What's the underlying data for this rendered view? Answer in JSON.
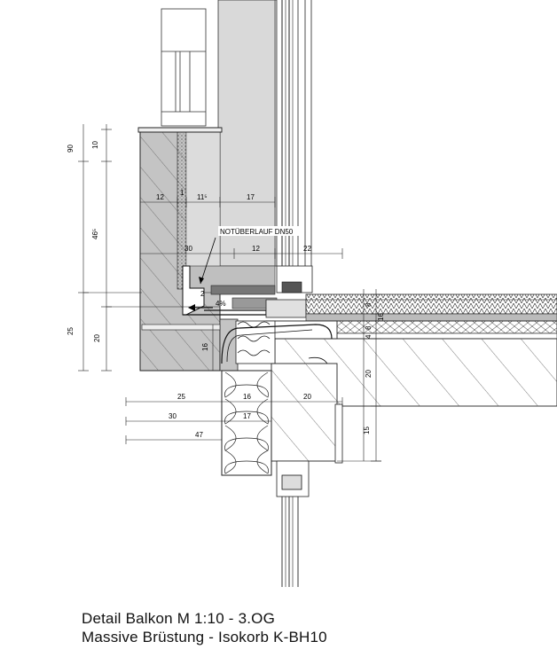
{
  "caption": {
    "line1": "Detail Balkon M 1:10 - 3.OG",
    "line2": "Massive Brüstung - Isokorb K-BH10"
  },
  "annotations": {
    "overflow": "NOTÜBERLAUF DN50",
    "slope": "4%"
  },
  "dimensions": {
    "v_total": "90",
    "v_top": "10",
    "v_mid": "46⁵",
    "v_bottom_outer": "25",
    "v_bottom_inner": "20",
    "h_12a": "12",
    "h_11": "11⁵",
    "h_17a": "17",
    "h_30a": "30",
    "h_12b": "12",
    "h_22": "22",
    "v_16a": "16",
    "h_25": "25",
    "h_16": "16",
    "h_20": "20",
    "h_30b": "30",
    "h_17b": "17",
    "h_47": "47",
    "r_8a": "8",
    "r_16": "16",
    "r_8b": "8",
    "r_4": "4",
    "r_20": "20",
    "r_15": "15",
    "small_1": "1",
    "small_2": "2"
  }
}
